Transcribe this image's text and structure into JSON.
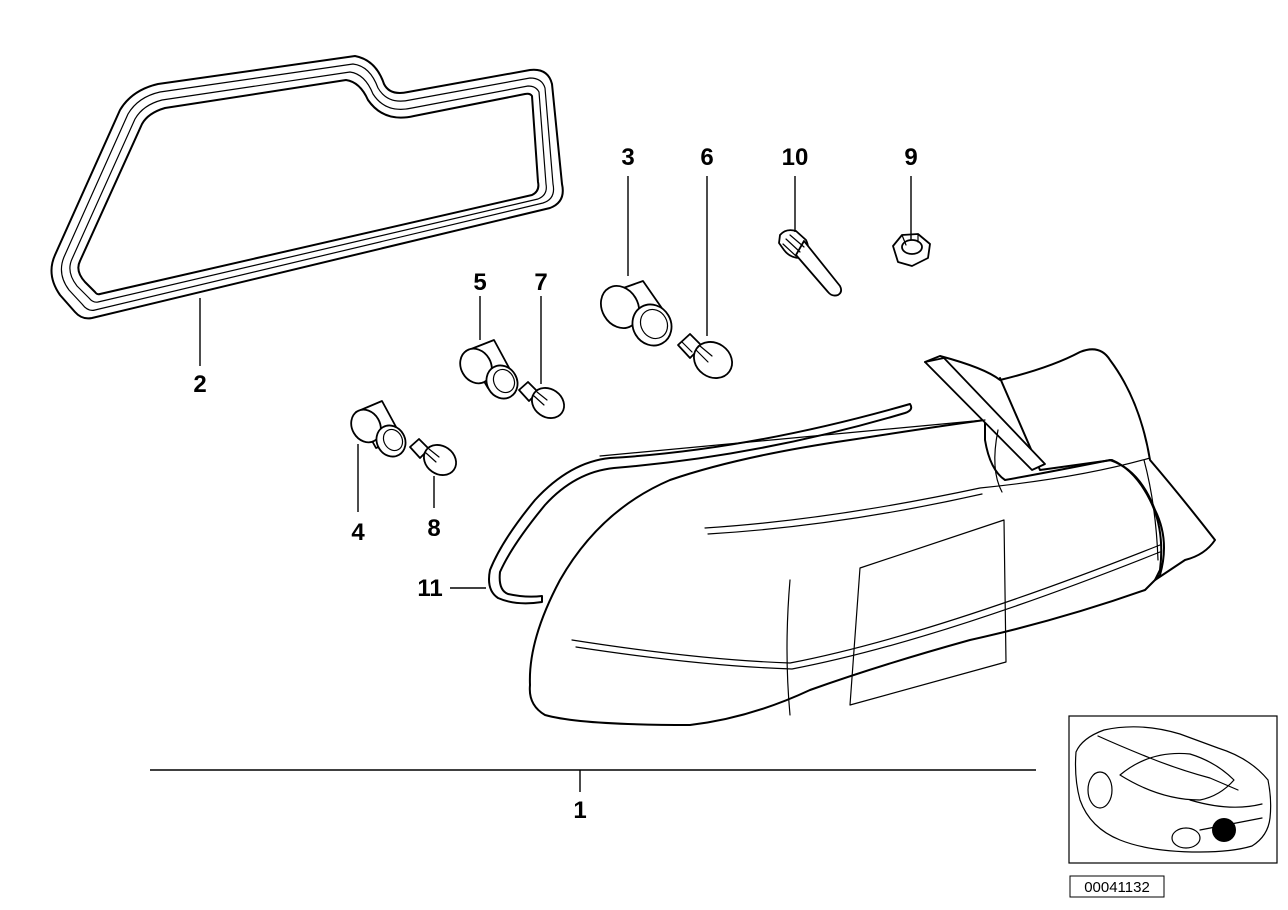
{
  "diagram": {
    "callouts": [
      {
        "id": "1",
        "label": "1"
      },
      {
        "id": "2",
        "label": "2"
      },
      {
        "id": "3",
        "label": "3"
      },
      {
        "id": "4",
        "label": "4"
      },
      {
        "id": "5",
        "label": "5"
      },
      {
        "id": "6",
        "label": "6"
      },
      {
        "id": "7",
        "label": "7"
      },
      {
        "id": "8",
        "label": "8"
      },
      {
        "id": "9",
        "label": "9"
      },
      {
        "id": "10",
        "label": "10"
      },
      {
        "id": "11",
        "label": "11"
      }
    ],
    "drawing_number": "00041132",
    "colors": {
      "line": "#000000",
      "background": "#ffffff"
    }
  }
}
